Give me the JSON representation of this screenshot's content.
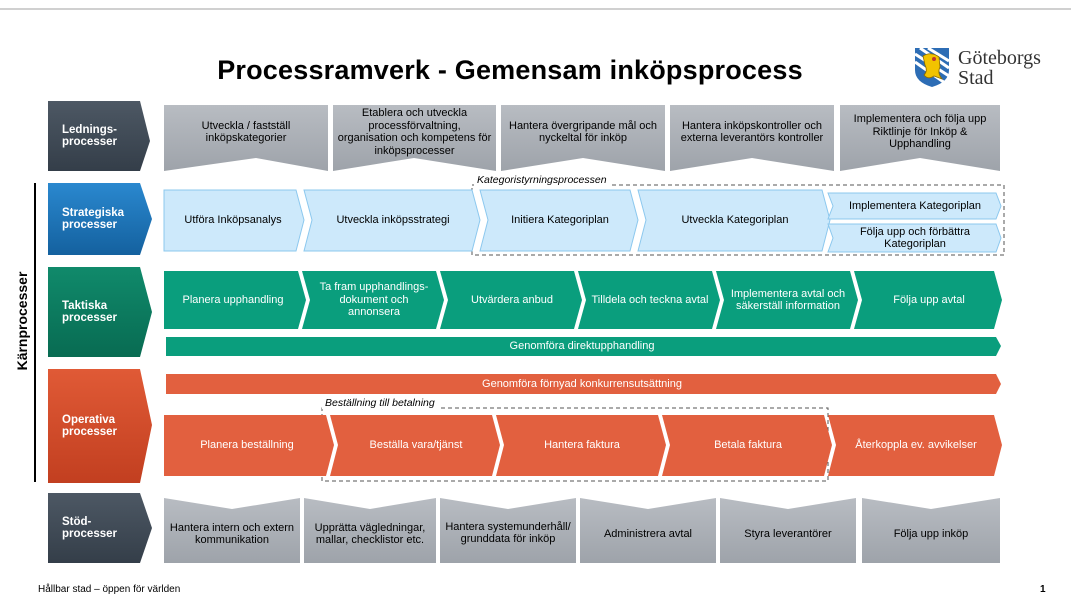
{
  "title": "Processramverk - Gemensam inköpsprocess",
  "logo": {
    "line1": "Göteborgs",
    "line2": "Stad",
    "icon": "goteborg-lion-crest-icon"
  },
  "side_label": "Kärnprocesser",
  "colors": {
    "gray": "#a8adb4",
    "dark": "#3f4a56",
    "blue_box": "#cde9fb",
    "blue_hdr": "#1b75bc",
    "green": "#0a9e7d",
    "green_hdr": "#0b7a5f",
    "orange": "#e2603f",
    "orange_hdr": "#d14a2b"
  },
  "ledning": {
    "header": "Lednings-\nprocesser",
    "items": [
      "Utveckla / fastställ inköpskategorier",
      "Etablera och utveckla processförvaltning, organisation och kompetens för inköpsprocesser",
      "Hantera övergripande mål och nyckeltal för inköp",
      "Hantera inköpskontroller och externa leverantörs kontroller",
      "Implementera och följa upp Riktlinje för Inköp & Upphandling"
    ]
  },
  "strategiska": {
    "header": "Strategiska\nprocesser",
    "group_label": "Kategoristyrningsprocessen",
    "items": [
      "Utföra Inköpsanalys",
      "Utveckla inköpsstrategi",
      "Initiera Kategoriplan",
      "Utveckla Kategoriplan",
      "Implementera Kategoriplan",
      "Följa upp och förbättra Kategoriplan"
    ]
  },
  "taktiska": {
    "header": "Taktiska\nprocesser",
    "items": [
      "Planera upphandling",
      "Ta fram upphandlings-dokument och annonsera",
      "Utvärdera anbud",
      "Tilldela och teckna avtal",
      "Implementera avtal och säkerställ information",
      "Följa upp avtal"
    ],
    "bar": "Genomföra direktupphandling"
  },
  "operativa": {
    "header": "Operativa\nprocesser",
    "bar": "Genomföra förnyad konkurrensutsättning",
    "group_label": "Beställning till betalning",
    "items": [
      "Planera beställning",
      "Beställa vara/tjänst",
      "Hantera faktura",
      "Betala faktura",
      "Återkoppla ev. avvikelser"
    ]
  },
  "stod": {
    "header": "Stöd-\nprocesser",
    "items": [
      "Hantera intern och extern kommunikation",
      "Upprätta vägledningar, mallar, checklistor etc.",
      "Hantera systemunderhåll/ grunddata för inköp",
      "Administrera avtal",
      "Styra leverantörer",
      "Följa upp inköp"
    ]
  },
  "footer": "Hållbar stad – öppen för världen",
  "page_number": "1"
}
